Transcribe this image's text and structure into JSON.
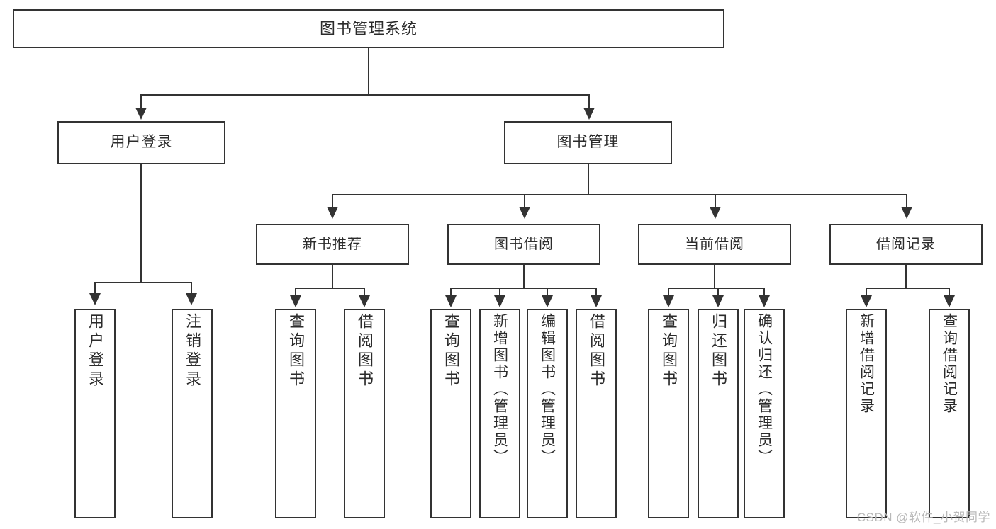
{
  "diagram": {
    "type": "tree-hierarchy-chart",
    "title": "图书管理系统",
    "root": {
      "label": "图书管理系统"
    },
    "level2": [
      {
        "label": "用户登录"
      },
      {
        "label": "图书管理"
      }
    ],
    "level3": [
      {
        "label": "新书推荐"
      },
      {
        "label": "图书借阅"
      },
      {
        "label": "当前借阅"
      },
      {
        "label": "借阅记录"
      }
    ],
    "leaves": {
      "user_login": [
        {
          "label": "用户登录"
        },
        {
          "label": "注销登录"
        }
      ],
      "new_book_recommend": [
        {
          "label": "查询图书"
        },
        {
          "label": "借阅图书"
        }
      ],
      "book_borrow": [
        {
          "label": "查询图书"
        },
        {
          "label": "新增图书（管理员）"
        },
        {
          "label": "编辑图书（管理员）"
        },
        {
          "label": "借阅图书"
        }
      ],
      "current_borrow": [
        {
          "label": "查询图书"
        },
        {
          "label": "归还图书"
        },
        {
          "label": "确认归还（管理员）"
        }
      ],
      "borrow_record": [
        {
          "label": "新增借阅记录"
        },
        {
          "label": "查询借阅记录"
        }
      ]
    },
    "watermark": "CSDN @软件_小贺同学",
    "colors": {
      "stroke": "#333333",
      "text": "#2b2b2b",
      "background": "#ffffff",
      "watermark": "#b9b9b9"
    }
  }
}
